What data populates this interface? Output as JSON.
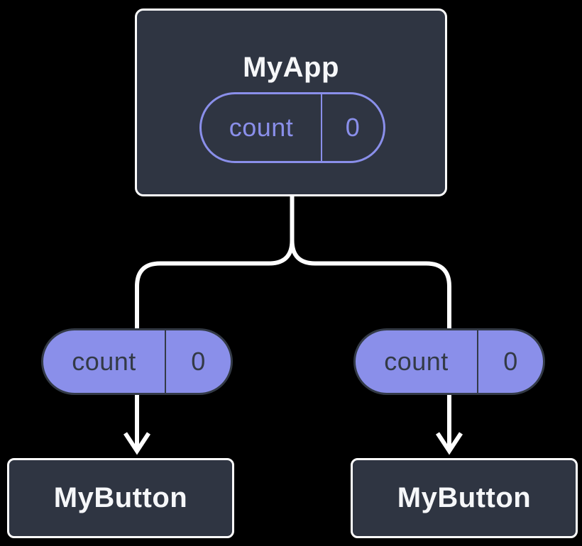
{
  "tree": {
    "root": {
      "label": "MyApp",
      "state": {
        "name": "count",
        "value": "0"
      }
    },
    "children": [
      {
        "label": "MyButton",
        "prop": {
          "name": "count",
          "value": "0"
        }
      },
      {
        "label": "MyButton",
        "prop": {
          "name": "count",
          "value": "0"
        }
      }
    ]
  },
  "colors": {
    "background": "#000000",
    "node_fill": "#2F3542",
    "node_border": "#FFFFFF",
    "node_text": "#F6F7F9",
    "state_accent": "#8A8FEA",
    "prop_fill": "#8A8FEA",
    "prop_stroke": "#333A46",
    "prop_text": "#333A46",
    "connector": "#FFFFFF"
  }
}
